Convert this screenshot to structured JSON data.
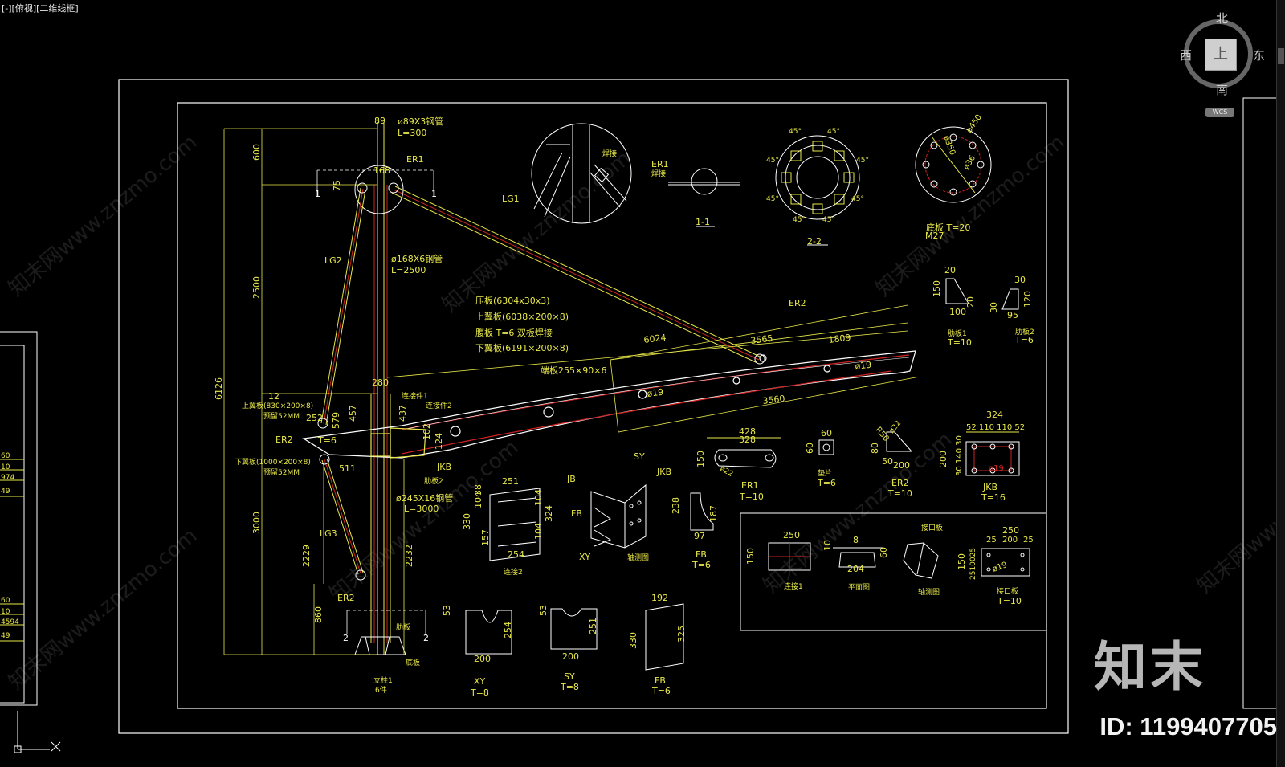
{
  "viewport": {
    "label": "[-][俯视][二维线框]"
  },
  "watermark": {
    "text": "知末网www.znzmo.com"
  },
  "brand": {
    "logo": "知末",
    "id_text": "ID: 1199407705"
  },
  "viewcube": {
    "north": "北",
    "south": "南",
    "west": "西",
    "east": "东",
    "top": "上",
    "wcs": "WCS"
  },
  "colors": {
    "frame": "#ffffff",
    "member": "#e8e84a",
    "dim": "#e8e84a",
    "red": "#cc2222",
    "text_white": "#ffffff"
  },
  "drawing": {
    "labels": {
      "d89": "89",
      "pipe89": "ø89X3钢管",
      "l300": "L=300",
      "er1": "ER1",
      "lg1": "LG1",
      "lg2": "LG2",
      "lg3": "LG3",
      "d168": "168",
      "pipe168": "ø168X6钢管",
      "l2500": "L=2500",
      "er2": "ER2",
      "pressure_plate": "压板(6304x30x3)",
      "top_flange": "上翼板(6038×200×8)",
      "web": "腹板 T=6 双板焊接",
      "bottom_flange": "下翼板(6191×200×8)",
      "d6024": "6024",
      "d3565": "3565",
      "d1809": "1809",
      "d3560": "3560",
      "d19": "ø19",
      "end_plate": "端板255×90×6",
      "d600": "600",
      "d75": "75",
      "d2500": "2500",
      "d6126": "6126",
      "d3000": "3000",
      "d2229": "2229",
      "d860": "860",
      "d2232": "2232",
      "d280": "280",
      "d12": "12",
      "d252": "252",
      "d579": "579",
      "d457": "457",
      "d437": "437",
      "d511": "511",
      "d102": "102",
      "d124": "124",
      "top_flange2": "上翼板(830×200×8)",
      "reserve1": "预留52MM",
      "bottom_flange2": "下翼板(1000×200×8)",
      "reserve2": "预留52MM",
      "t6": "T=6",
      "connect1": "连接件1",
      "connect2": "连接件2",
      "fu2": "肋板2",
      "jkb": "JKB",
      "pipe245": "ø245X16钢管",
      "l3000": "L=3000",
      "er2b": "ER2",
      "cut2a": "2",
      "cut2b": "2",
      "cut1a": "1",
      "cut1b": "1",
      "rib_plate": "肋板",
      "base_plate": "底板",
      "stand": "立柱1",
      "count6": "6件",
      "weld": "焊接",
      "sec11": "1-1",
      "sec22": "2-2",
      "d45": "45°",
      "m27": "M27",
      "bp_t20": "底板 T=20",
      "d450": "ø450",
      "d350": "ø350",
      "d36": "ø36",
      "er1_sym": "ER1",
      "er1_sub": "焊接",
      "fb1_t": "肋板1",
      "fb1_t10": "T=10",
      "fb2_t": "肋板2",
      "fb2_t6": "T=6",
      "d20": "20",
      "d150": "150",
      "d100": "100",
      "d30": "30",
      "d120": "120",
      "d95": "95",
      "d428": "428",
      "d328": "328",
      "d22": "ø22",
      "er1_part": "ER1",
      "er1_t10": "T=10",
      "d60": "60",
      "t6b": "T=6",
      "part_x": "垫片",
      "r50": "R50",
      "d80": "80",
      "d50": "50",
      "d200": "200",
      "er2_part": "ER2",
      "er2_t10": "T=10",
      "d324": "324",
      "d52_110": "52 110   110 52",
      "d30_140": "30 140 30",
      "jkb_part": "JKB",
      "jkb_t16": "T=16",
      "d251": "251",
      "d330": "330",
      "d104": "104",
      "d38": "38",
      "d157": "157",
      "d254": "254",
      "conn2": "连接2",
      "jb": "JB",
      "fb": "FB",
      "sy": "SY",
      "xy": "XY",
      "jkb2": "JKB",
      "assembly": "轴测图",
      "d238": "238",
      "d187": "187",
      "d97": "97",
      "fb_part": "FB",
      "fb_t6": "T=6",
      "d250": "250",
      "d8": "8",
      "d10": "10",
      "d204": "204",
      "d25": "25",
      "d200b": "200",
      "conn1": "连接1",
      "plan": "平面图",
      "axon": "轴测图",
      "joint_plate": "接口板",
      "joint_plate2": "接口板",
      "jp_t10": "T=10",
      "d250025": "2510025",
      "d53": "53",
      "d200c": "200",
      "xy_part": "XY",
      "xy_t8": "T=8",
      "d53b": "53",
      "d251b": "251",
      "d200d": "200",
      "sy_part": "SY",
      "sy_t8": "T=8",
      "d192": "192",
      "d325": "325",
      "d330b": "330",
      "fb2_part": "FB",
      "fb2_t6b": "T=6"
    },
    "left_panel_rows": [
      "60",
      "10",
      "974",
      "49",
      "60",
      "10",
      "4594",
      "49"
    ]
  }
}
